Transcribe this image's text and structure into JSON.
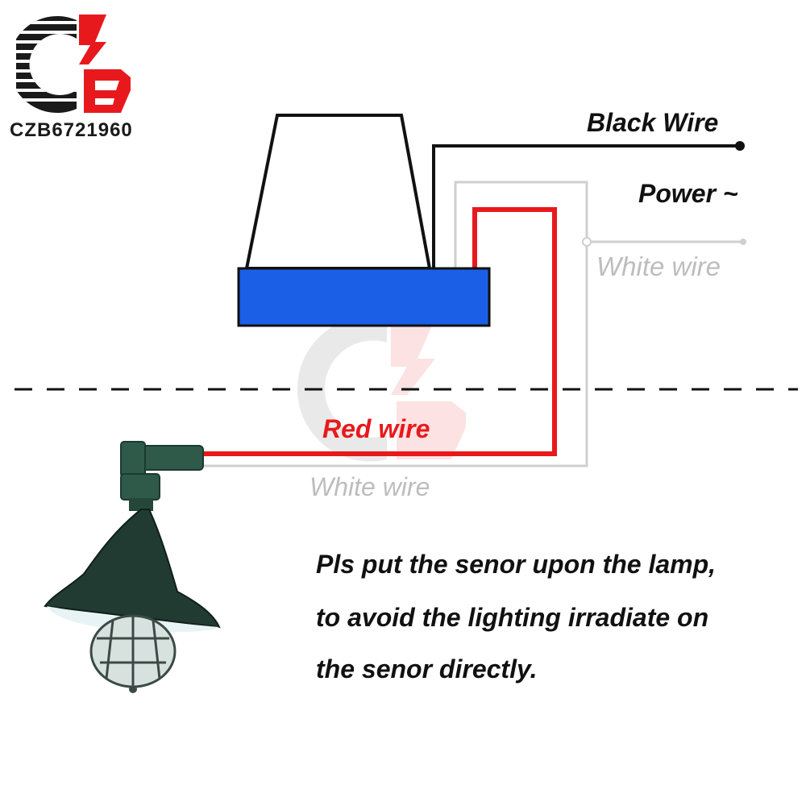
{
  "brand": {
    "text": "CZB6721960",
    "logo_icon": "czb-logo-icon",
    "color_red": "#e8191c",
    "color_dark": "#1a1a1a"
  },
  "labels": {
    "black_wire": "Black Wire",
    "power": "Power ~",
    "white_wire_top": "White wire",
    "red_wire": "Red wire",
    "white_wire_bottom": "White wire"
  },
  "note": {
    "line1": "Pls put the senor upon the lamp,",
    "line2": "to avoid the lighting  irradiate on",
    "line3": "the senor directly."
  },
  "colors": {
    "sensor_blue": "#1a5fe6",
    "red_wire": "#e8191c",
    "white_wire": "#c8c8c8",
    "black_wire": "#111111"
  }
}
